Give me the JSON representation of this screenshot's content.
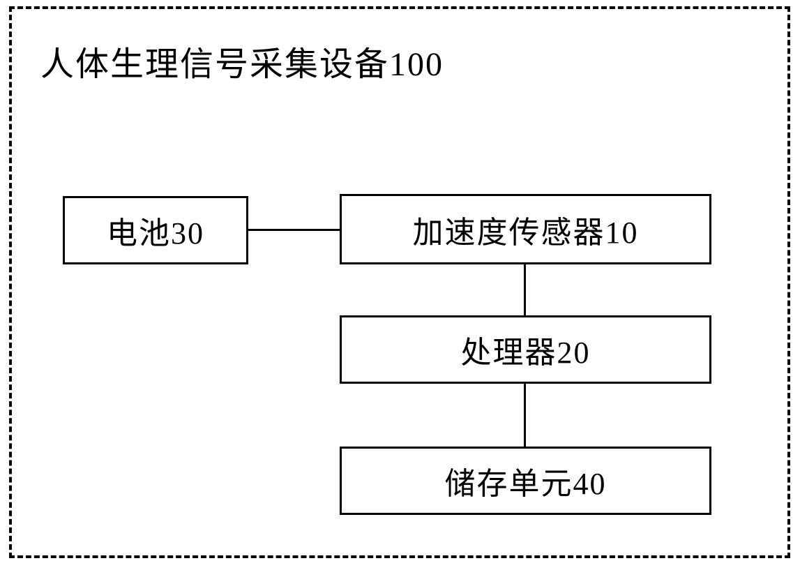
{
  "diagram": {
    "title": "人体生理信号采集设备100",
    "nodes": [
      {
        "id": "battery",
        "label": "电池30"
      },
      {
        "id": "accelerometer",
        "label": "加速度传感器10"
      },
      {
        "id": "processor",
        "label": "处理器20"
      },
      {
        "id": "storage",
        "label": "储存单元40"
      }
    ],
    "connections": [
      {
        "from": "battery",
        "to": "accelerometer",
        "orientation": "horizontal"
      },
      {
        "from": "accelerometer",
        "to": "processor",
        "orientation": "vertical"
      },
      {
        "from": "processor",
        "to": "storage",
        "orientation": "vertical"
      }
    ]
  }
}
